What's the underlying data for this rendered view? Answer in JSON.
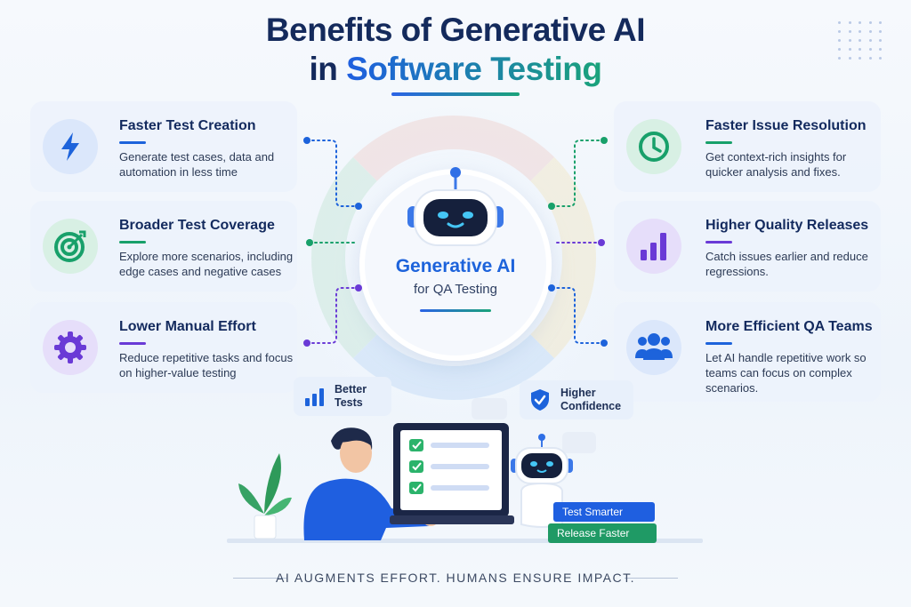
{
  "title": {
    "line1": "Benefits of Generative AI",
    "line2_prefix": "in ",
    "line2_highlight": "Software Testing"
  },
  "center": {
    "title": "Generative AI",
    "subtitle": "for QA Testing"
  },
  "left_cards": [
    {
      "title": "Faster Test Creation",
      "desc": "Generate test cases, data and automation in less time",
      "icon": "lightning-bolt-icon",
      "color": "#1d63db"
    },
    {
      "title": "Broader Test Coverage",
      "desc": "Explore more scenarios, including edge cases and negative cases",
      "icon": "target-icon",
      "color": "#18a06a"
    },
    {
      "title": "Lower Manual Effort",
      "desc": "Reduce repetitive tasks and focus on higher-value testing",
      "icon": "gear-icon",
      "color": "#6a3ad6"
    }
  ],
  "right_cards": [
    {
      "title": "Faster Issue Resolution",
      "desc": "Get context-rich insights for quicker analysis and fixes.",
      "icon": "clock-icon",
      "color": "#18a06a"
    },
    {
      "title": "Higher Quality Releases",
      "desc": "Catch issues earlier and reduce regressions.",
      "icon": "bar-chart-icon",
      "color": "#6a3ad6"
    },
    {
      "title": "More Efficient QA Teams",
      "desc": "Let AI handle repetitive work so teams can focus on complex scenarios.",
      "icon": "team-icon",
      "color": "#1d63db"
    }
  ],
  "badges": {
    "better_tests": {
      "line1": "Better",
      "line2": "Tests"
    },
    "higher_confidence": {
      "line1": "Higher",
      "line2": "Confidence"
    }
  },
  "books": {
    "top": "Test Smarter",
    "bottom": "Release Faster"
  },
  "footer": "AI AUGMENTS EFFORT. HUMANS ENSURE IMPACT."
}
